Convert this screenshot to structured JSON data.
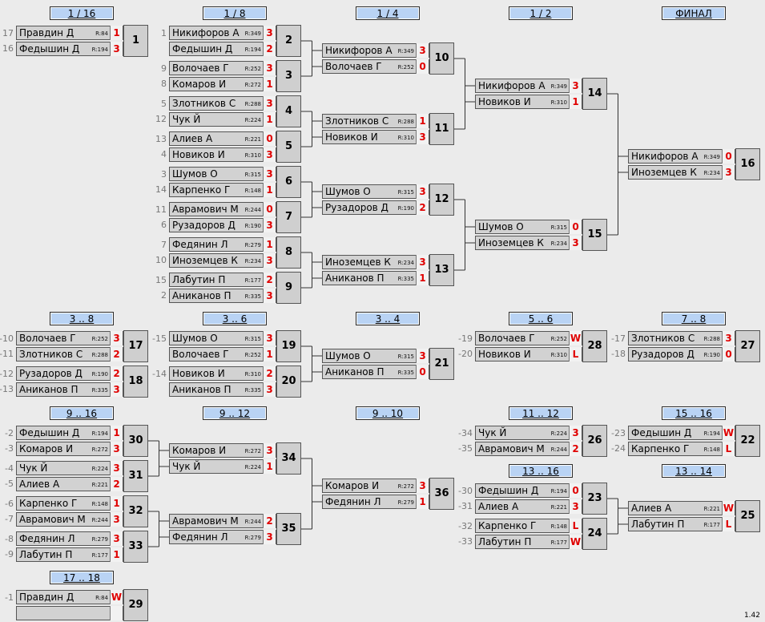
{
  "headers": [
    {
      "id": "h-116",
      "label": "1 / 16"
    },
    {
      "id": "h-18",
      "label": "1 / 8"
    },
    {
      "id": "h-14",
      "label": "1 / 4"
    },
    {
      "id": "h-12",
      "label": "1 / 2"
    },
    {
      "id": "h-final",
      "label": "ФИНАЛ"
    },
    {
      "id": "h-3-8",
      "label": "3 .. 8"
    },
    {
      "id": "h-3-6",
      "label": "3 .. 6"
    },
    {
      "id": "h-3-4",
      "label": "3 .. 4"
    },
    {
      "id": "h-5-6",
      "label": "5 .. 6"
    },
    {
      "id": "h-7-8",
      "label": "7 .. 8"
    },
    {
      "id": "h-9-16",
      "label": "9 .. 16"
    },
    {
      "id": "h-9-12",
      "label": "9 .. 12"
    },
    {
      "id": "h-9-10",
      "label": "9 .. 10"
    },
    {
      "id": "h-11-12",
      "label": "11 .. 12"
    },
    {
      "id": "h-15-16",
      "label": "15 .. 16"
    },
    {
      "id": "h-13-16",
      "label": "13 .. 16"
    },
    {
      "id": "h-13-14",
      "label": "13 .. 14"
    },
    {
      "id": "h-17-18",
      "label": "17 .. 18"
    }
  ],
  "matches": [
    {
      "num": "1",
      "players": [
        {
          "seed": "17",
          "name": "Правдин Д",
          "rating": "R:84",
          "score": "1"
        },
        {
          "seed": "16",
          "name": "Федышин Д",
          "rating": "R:194",
          "score": "3"
        }
      ]
    },
    {
      "num": "2",
      "players": [
        {
          "seed": "1",
          "name": "Никифоров А",
          "rating": "R:349",
          "score": "3"
        },
        {
          "seed": "",
          "name": "Федышин Д",
          "rating": "R:194",
          "score": "2"
        }
      ]
    },
    {
      "num": "3",
      "players": [
        {
          "seed": "9",
          "name": "Волочаев Г",
          "rating": "R:252",
          "score": "3"
        },
        {
          "seed": "8",
          "name": "Комаров И",
          "rating": "R:272",
          "score": "1"
        }
      ]
    },
    {
      "num": "4",
      "players": [
        {
          "seed": "5",
          "name": "Злотников С",
          "rating": "R:288",
          "score": "3"
        },
        {
          "seed": "12",
          "name": "Чук Й",
          "rating": "R:224",
          "score": "1"
        }
      ]
    },
    {
      "num": "5",
      "players": [
        {
          "seed": "13",
          "name": "Алиев А",
          "rating": "R:221",
          "score": "0"
        },
        {
          "seed": "4",
          "name": "Новиков И",
          "rating": "R:310",
          "score": "3"
        }
      ]
    },
    {
      "num": "6",
      "players": [
        {
          "seed": "3",
          "name": "Шумов О",
          "rating": "R:315",
          "score": "3"
        },
        {
          "seed": "14",
          "name": "Карпенко Г",
          "rating": "R:148",
          "score": "1"
        }
      ]
    },
    {
      "num": "7",
      "players": [
        {
          "seed": "11",
          "name": "Аврамович М",
          "rating": "R:244",
          "score": "0"
        },
        {
          "seed": "6",
          "name": "Рузадоров Д",
          "rating": "R:190",
          "score": "3"
        }
      ]
    },
    {
      "num": "8",
      "players": [
        {
          "seed": "7",
          "name": "Федянин Л",
          "rating": "R:279",
          "score": "1"
        },
        {
          "seed": "10",
          "name": "Иноземцев К",
          "rating": "R:234",
          "score": "3"
        }
      ]
    },
    {
      "num": "9",
      "players": [
        {
          "seed": "15",
          "name": "Лабутин П",
          "rating": "R:177",
          "score": "2"
        },
        {
          "seed": "2",
          "name": "Аниканов П",
          "rating": "R:335",
          "score": "3"
        }
      ]
    },
    {
      "num": "10",
      "players": [
        {
          "seed": "",
          "name": "Никифоров А",
          "rating": "R:349",
          "score": "3"
        },
        {
          "seed": "",
          "name": "Волочаев Г",
          "rating": "R:252",
          "score": "0"
        }
      ]
    },
    {
      "num": "11",
      "players": [
        {
          "seed": "",
          "name": "Злотников С",
          "rating": "R:288",
          "score": "1"
        },
        {
          "seed": "",
          "name": "Новиков И",
          "rating": "R:310",
          "score": "3"
        }
      ]
    },
    {
      "num": "12",
      "players": [
        {
          "seed": "",
          "name": "Шумов О",
          "rating": "R:315",
          "score": "3"
        },
        {
          "seed": "",
          "name": "Рузадоров Д",
          "rating": "R:190",
          "score": "2"
        }
      ]
    },
    {
      "num": "13",
      "players": [
        {
          "seed": "",
          "name": "Иноземцев К",
          "rating": "R:234",
          "score": "3"
        },
        {
          "seed": "",
          "name": "Аниканов П",
          "rating": "R:335",
          "score": "1"
        }
      ]
    },
    {
      "num": "14",
      "players": [
        {
          "seed": "",
          "name": "Никифоров А",
          "rating": "R:349",
          "score": "3"
        },
        {
          "seed": "",
          "name": "Новиков И",
          "rating": "R:310",
          "score": "1"
        }
      ]
    },
    {
      "num": "15",
      "players": [
        {
          "seed": "",
          "name": "Шумов О",
          "rating": "R:315",
          "score": "0"
        },
        {
          "seed": "",
          "name": "Иноземцев К",
          "rating": "R:234",
          "score": "3"
        }
      ]
    },
    {
      "num": "16",
      "players": [
        {
          "seed": "",
          "name": "Никифоров А",
          "rating": "R:349",
          "score": "0"
        },
        {
          "seed": "",
          "name": "Иноземцев К",
          "rating": "R:234",
          "score": "3"
        }
      ]
    },
    {
      "num": "17",
      "players": [
        {
          "seed": "-10",
          "name": "Волочаев Г",
          "rating": "R:252",
          "score": "3"
        },
        {
          "seed": "-11",
          "name": "Злотников С",
          "rating": "R:288",
          "score": "2"
        }
      ]
    },
    {
      "num": "18",
      "players": [
        {
          "seed": "-12",
          "name": "Рузадоров Д",
          "rating": "R:190",
          "score": "2"
        },
        {
          "seed": "-13",
          "name": "Аниканов П",
          "rating": "R:335",
          "score": "3"
        }
      ]
    },
    {
      "num": "19",
      "players": [
        {
          "seed": "-15",
          "name": "Шумов О",
          "rating": "R:315",
          "score": "3"
        },
        {
          "seed": "",
          "name": "Волочаев Г",
          "rating": "R:252",
          "score": "1"
        }
      ]
    },
    {
      "num": "20",
      "players": [
        {
          "seed": "-14",
          "name": "Новиков И",
          "rating": "R:310",
          "score": "2"
        },
        {
          "seed": "",
          "name": "Аниканов П",
          "rating": "R:335",
          "score": "3"
        }
      ]
    },
    {
      "num": "21",
      "players": [
        {
          "seed": "",
          "name": "Шумов О",
          "rating": "R:315",
          "score": "3"
        },
        {
          "seed": "",
          "name": "Аниканов П",
          "rating": "R:335",
          "score": "0"
        }
      ]
    },
    {
      "num": "28",
      "players": [
        {
          "seed": "-19",
          "name": "Волочаев Г",
          "rating": "R:252",
          "score": "W"
        },
        {
          "seed": "-20",
          "name": "Новиков И",
          "rating": "R:310",
          "score": "L"
        }
      ]
    },
    {
      "num": "27",
      "players": [
        {
          "seed": "-17",
          "name": "Злотников С",
          "rating": "R:288",
          "score": "3"
        },
        {
          "seed": "-18",
          "name": "Рузадоров Д",
          "rating": "R:190",
          "score": "0"
        }
      ]
    },
    {
      "num": "30",
      "players": [
        {
          "seed": "-2",
          "name": "Федышин Д",
          "rating": "R:194",
          "score": "1"
        },
        {
          "seed": "-3",
          "name": "Комаров И",
          "rating": "R:272",
          "score": "3"
        }
      ]
    },
    {
      "num": "31",
      "players": [
        {
          "seed": "-4",
          "name": "Чук Й",
          "rating": "R:224",
          "score": "3"
        },
        {
          "seed": "-5",
          "name": "Алиев А",
          "rating": "R:221",
          "score": "2"
        }
      ]
    },
    {
      "num": "32",
      "players": [
        {
          "seed": "-6",
          "name": "Карпенко Г",
          "rating": "R:148",
          "score": "1"
        },
        {
          "seed": "-7",
          "name": "Аврамович М",
          "rating": "R:244",
          "score": "3"
        }
      ]
    },
    {
      "num": "33",
      "players": [
        {
          "seed": "-8",
          "name": "Федянин Л",
          "rating": "R:279",
          "score": "3"
        },
        {
          "seed": "-9",
          "name": "Лабутин П",
          "rating": "R:177",
          "score": "1"
        }
      ]
    },
    {
      "num": "34",
      "players": [
        {
          "seed": "",
          "name": "Комаров И",
          "rating": "R:272",
          "score": "3"
        },
        {
          "seed": "",
          "name": "Чук Й",
          "rating": "R:224",
          "score": "1"
        }
      ]
    },
    {
      "num": "35",
      "players": [
        {
          "seed": "",
          "name": "Аврамович М",
          "rating": "R:244",
          "score": "2"
        },
        {
          "seed": "",
          "name": "Федянин Л",
          "rating": "R:279",
          "score": "3"
        }
      ]
    },
    {
      "num": "36",
      "players": [
        {
          "seed": "",
          "name": "Комаров И",
          "rating": "R:272",
          "score": "3"
        },
        {
          "seed": "",
          "name": "Федянин Л",
          "rating": "R:279",
          "score": "1"
        }
      ]
    },
    {
      "num": "26",
      "players": [
        {
          "seed": "-34",
          "name": "Чук Й",
          "rating": "R:224",
          "score": "3"
        },
        {
          "seed": "-35",
          "name": "Аврамович М",
          "rating": "R:244",
          "score": "2"
        }
      ]
    },
    {
      "num": "22",
      "players": [
        {
          "seed": "-23",
          "name": "Федышин Д",
          "rating": "R:194",
          "score": "W"
        },
        {
          "seed": "-24",
          "name": "Карпенко Г",
          "rating": "R:148",
          "score": "L"
        }
      ]
    },
    {
      "num": "23",
      "players": [
        {
          "seed": "-30",
          "name": "Федышин Д",
          "rating": "R:194",
          "score": "0"
        },
        {
          "seed": "-31",
          "name": "Алиев А",
          "rating": "R:221",
          "score": "3"
        }
      ]
    },
    {
      "num": "24",
      "players": [
        {
          "seed": "-32",
          "name": "Карпенко Г",
          "rating": "R:148",
          "score": "L"
        },
        {
          "seed": "-33",
          "name": "Лабутин П",
          "rating": "R:177",
          "score": "W"
        }
      ]
    },
    {
      "num": "25",
      "players": [
        {
          "seed": "",
          "name": "Алиев А",
          "rating": "R:221",
          "score": "W"
        },
        {
          "seed": "",
          "name": "Лабутин П",
          "rating": "R:177",
          "score": "L"
        }
      ]
    },
    {
      "num": "29",
      "players": [
        {
          "seed": "-1",
          "name": "Правдин Д",
          "rating": "R:84",
          "score": "W"
        },
        {
          "seed": "",
          "name": "",
          "rating": "",
          "score": ""
        }
      ]
    }
  ],
  "version": "1.42",
  "colors": {
    "header_bg": "#b9d3f4",
    "slot_bg": "#d2d2d2",
    "score_text": "#e00000",
    "page_bg": "#ebebeb"
  }
}
